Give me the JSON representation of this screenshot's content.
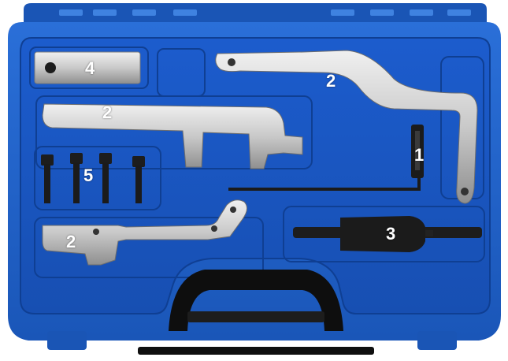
{
  "scene": {
    "subject": "tool-case",
    "colors": {
      "case_blue": "#1f5fc8",
      "case_blue_dark": "#123f93",
      "case_blue_light": "#3a82e6",
      "metal": "#cfcfcf",
      "metal_dark": "#8e8e8e",
      "black_part": "#1b1b1b",
      "handle_black": "#111111"
    }
  },
  "labels": {
    "bar_label": "4",
    "upper_arm_label": "2",
    "long_bracket_label": "2",
    "pin_label": "1",
    "bolts_label": "5",
    "lower_bracket_label": "2",
    "puller_label": "3"
  }
}
